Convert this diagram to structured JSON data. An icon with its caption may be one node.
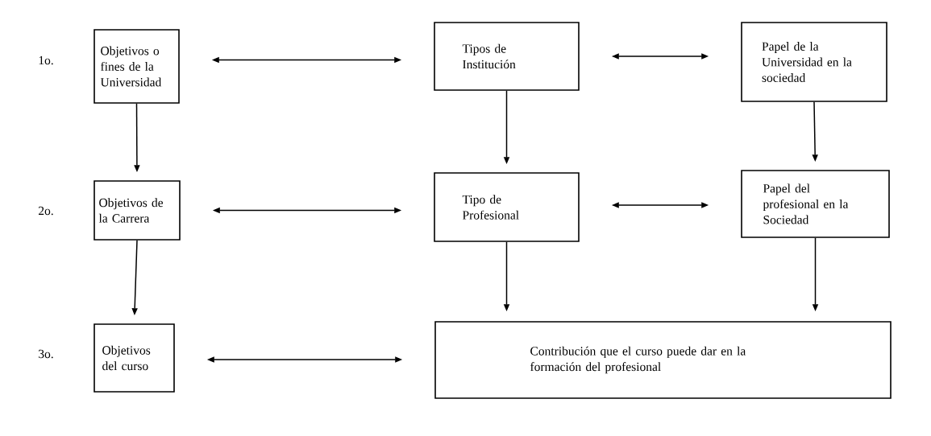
{
  "diagram": {
    "nodes": [
      {
        "text": [
          "Objetivos o fines de la Universidad"
        ]
      },
      {
        "text": [
          "Tipos de Institución"
        ]
      },
      {
        "text": [
          "Papel de la Universidad en la sociedad"
        ]
      },
      {
        "text": [
          "Objetivos de la Carrera"
        ]
      },
      {
        "text": [
          "Tipo de Profesional"
        ]
      },
      {
        "text": [
          "Papel del profesional en la Sociedad"
        ]
      },
      {
        "text": [
          "Objetivos del curso"
        ]
      },
      {
        "text": [
          "Contribución que el curso puede dar en la formación del profesional"
        ]
      }
    ],
    "edges": [
      {
        "from": 0,
        "to": 1,
        "arrow": "both"
      },
      {
        "from": 1,
        "to": 2,
        "arrow": "both"
      },
      {
        "from": 0,
        "to": 3,
        "arrow": "to"
      },
      {
        "from": 1,
        "to": 4,
        "arrow": "to"
      },
      {
        "from": 2,
        "to": 5,
        "arrow": "to"
      },
      {
        "from": 3,
        "to": 4,
        "arrow": "both"
      },
      {
        "from": 4,
        "to": 5,
        "arrow": "both"
      },
      {
        "from": 3,
        "to": 6,
        "arrow": "to"
      },
      {
        "from": 4,
        "to": 7,
        "arrow": "to"
      },
      {
        "from": 5,
        "to": 7,
        "arrow": "to"
      },
      {
        "from": 6,
        "to": 7,
        "arrow": "both"
      }
    ],
    "labels": [
      "1o.",
      "2o.",
      "3o."
    ]
  }
}
